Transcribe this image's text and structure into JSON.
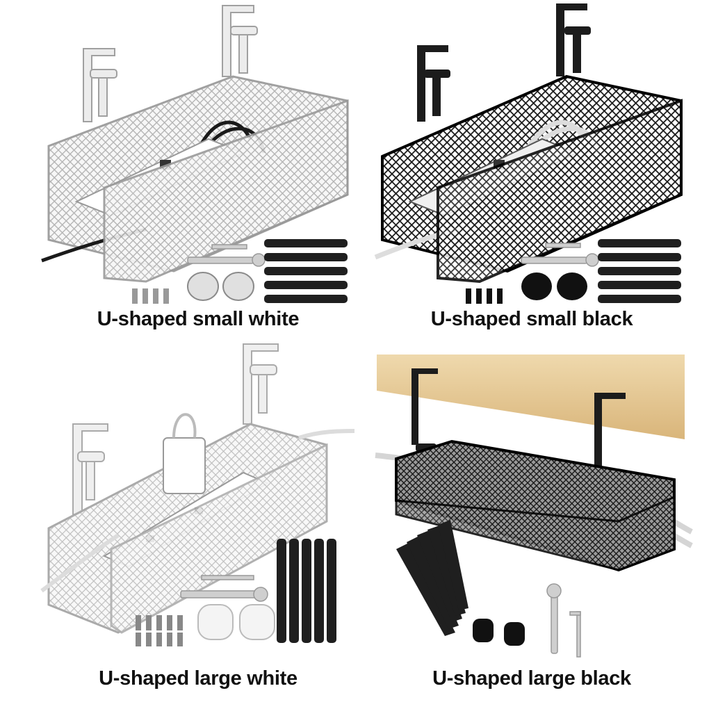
{
  "products": [
    {
      "label": "U-shaped small white",
      "color": "#f2f2f2",
      "stroke": "#9a9a9a",
      "variant": "small"
    },
    {
      "label": "U-shaped small black",
      "color": "#1c1c1c",
      "stroke": "#000000",
      "variant": "small"
    },
    {
      "label": "U-shaped large white",
      "color": "#f4f4f4",
      "stroke": "#a8a8a8",
      "variant": "large"
    },
    {
      "label": "U-shaped large black",
      "color": "#222222",
      "stroke": "#000000",
      "variant": "large"
    }
  ],
  "colors": {
    "desk_wood": "#e2c38f",
    "strap": "#222222",
    "cable_white": "#e6e6e6",
    "cable_black": "#1a1a1a"
  }
}
